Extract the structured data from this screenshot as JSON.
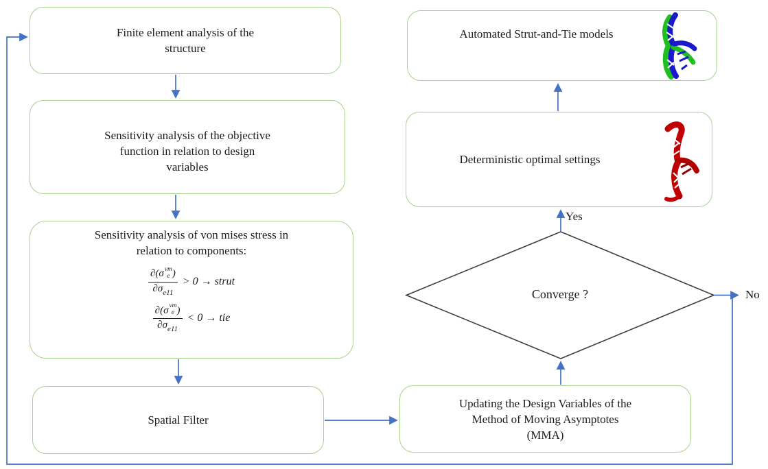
{
  "colors": {
    "background": "#ffffff",
    "box_border_green": "#A9D18E",
    "arrow_blue": "#4472C4",
    "diamond_border": "#3f3f3f",
    "text": "#1c1c1c",
    "model_blue": "#1a1acc",
    "model_green": "#1fbf1f",
    "model_red": "#c00000"
  },
  "nodes": {
    "fea": {
      "lines": [
        "Finite element analysis of the",
        "structure"
      ]
    },
    "sens_obj": {
      "lines": [
        "Sensitivity analysis of the objective",
        "function in relation to design",
        "variables"
      ]
    },
    "sens_vm": {
      "title_lines": [
        "Sensitivity analysis of von mises stress in",
        "relation to components:"
      ],
      "formulas": [
        {
          "numerator_prefix": "∂(σ",
          "numerator_sup": "vm",
          "numerator_sub": "e",
          "numerator_close": ")",
          "denominator_prefix": "∂σ",
          "denominator_sub": "e11",
          "comparison": "> 0 →",
          "result": "strut"
        },
        {
          "numerator_prefix": "∂(σ",
          "numerator_sup": "vm",
          "numerator_sub": "e",
          "numerator_close": ")",
          "denominator_prefix": "∂σ",
          "denominator_sub": "e11",
          "comparison": "< 0 →",
          "result": "tie"
        }
      ]
    },
    "spatial": {
      "label": "Spatial Filter"
    },
    "mma": {
      "lines": [
        "Updating the Design Variables of the",
        "Method of Moving Asymptotes",
        "(MMA)"
      ]
    },
    "converge": {
      "label": "Converge ?"
    },
    "deterministic": {
      "label": "Deterministic optimal settings"
    },
    "automated": {
      "label": "Automated Strut-and-Tie models"
    }
  },
  "edge_labels": {
    "yes": "Yes",
    "no": "No"
  },
  "icons": {
    "strut_tie_model": "blue-green-3d-strut-and-tie-model",
    "optimal_topology": "red-3d-optimized-topology-model"
  }
}
